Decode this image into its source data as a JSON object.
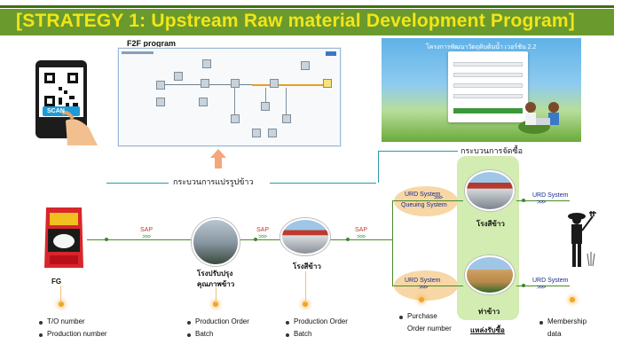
{
  "banner": {
    "title": "[STRATEGY 1: Upstream Raw material Development Program]"
  },
  "scan": {
    "label": "SCAN"
  },
  "f2f": {
    "label": "F2F program"
  },
  "web_app": {
    "title": "โครงการพัฒนาวัตถุดิบต้นน้ำ เวอร์ชัน 2.2"
  },
  "processes": {
    "transform": "กระบวนการแปรรูปข้าว",
    "procure": "กระบวนการจัดซื้อ"
  },
  "nodes": {
    "fg": "FG",
    "improve_line1": "โรงปรับปรุง",
    "improve_line2": "คุณภาพข้าว",
    "mill": "โรงสีข้าว",
    "mill_right": "โรงสีข้าว",
    "farmer_field": "ท่าข้าว",
    "purchase_point": "แหล่งรับซื้อ"
  },
  "labels": {
    "sap1": "SAP",
    "sap2": "SAP",
    "sap3": "SAP",
    "urd_top": "URD System",
    "queuing": "Queuing System",
    "urd_bottom": "URD System",
    "urd_right_top": "URD System",
    "urd_right_bottom": "URD System",
    "arrows": ">>>"
  },
  "bullets": {
    "fg": [
      "T/O number",
      "Production number"
    ],
    "improve": [
      "Production Order",
      "Batch"
    ],
    "mill": [
      "Production Order",
      "Batch"
    ],
    "purchase_line1": "Purchase",
    "purchase_line2": "Order number",
    "member_line1": "Membership",
    "member_line2": "data"
  },
  "colors": {
    "banner": "#6a9a2d",
    "banner_text": "#f3e516",
    "sap_text": "#c43a2a",
    "urd_text": "#1a2a8a",
    "green_box": "#d2ecb1",
    "oval": "#f8d7a6",
    "arrow_up": "#f4a77a"
  }
}
